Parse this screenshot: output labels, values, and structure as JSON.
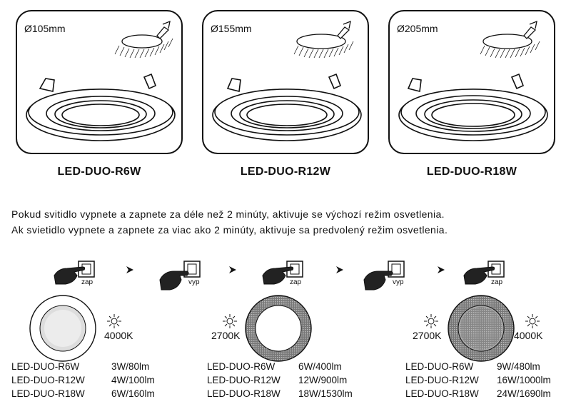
{
  "products": [
    {
      "diameter": "Ø105mm",
      "model": "LED-DUO-R6W"
    },
    {
      "diameter": "Ø155mm",
      "model": "LED-DUO-R12W"
    },
    {
      "diameter": "Ø205mm",
      "model": "LED-DUO-R18W"
    }
  ],
  "notes": {
    "cz": "Pokud svitidlo vypnete a zapnete za déle než 2 minúty, aktivuje se výchozí režim osvetlenia.",
    "sk": "Ak svietidlo vypnete a zapnete za viac ako 2 minúty, aktivuje sa predvolený režim osvetlenia."
  },
  "switch_labels": {
    "on": "zap",
    "off": "vyp"
  },
  "steps": [
    {
      "temps": {
        "right": "4000K"
      },
      "rows": [
        {
          "model": "LED-DUO-R6W",
          "value": "3W/80lm"
        },
        {
          "model": "LED-DUO-R12W",
          "value": "4W/100lm"
        },
        {
          "model": "LED-DUO-R18W",
          "value": "6W/160lm"
        }
      ]
    },
    {
      "temps": {
        "left": "2700K"
      },
      "rows": [
        {
          "model": "LED-DUO-R6W",
          "value": "6W/400lm"
        },
        {
          "model": "LED-DUO-R12W",
          "value": "12W/900lm"
        },
        {
          "model": "LED-DUO-R18W",
          "value": "18W/1530lm"
        }
      ]
    },
    {
      "temps": {
        "left": "2700K",
        "right": "4000K"
      },
      "rows": [
        {
          "model": "LED-DUO-R6W",
          "value": "9W/480lm"
        },
        {
          "model": "LED-DUO-R12W",
          "value": "16W/1000lm"
        },
        {
          "model": "LED-DUO-R18W",
          "value": "24W/1690lm"
        }
      ]
    }
  ],
  "icons": [
    "luminaire-icon",
    "ceiling-cutout-icon",
    "wall-switch-icon",
    "hand-icon",
    "arrow-right-icon",
    "sun-icon"
  ]
}
